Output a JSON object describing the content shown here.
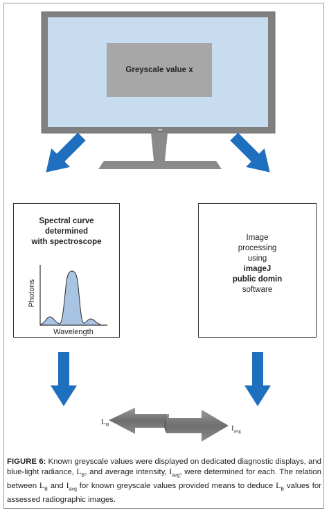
{
  "screen": {
    "label": "Greyscale value x"
  },
  "spectroscope_panel": {
    "title_lines": [
      "Spectral curve",
      "determined",
      "with spectroscope"
    ],
    "y_axis_label": "Photons",
    "x_axis_label": "Wavelength"
  },
  "processing_panel": {
    "lines": [
      "Image",
      "processing",
      "using",
      "imageJ",
      "public domin",
      "software"
    ]
  },
  "relation": {
    "left_symbol": "L",
    "left_sub": "B",
    "right_symbol": "I",
    "right_sub": "avg"
  },
  "caption": {
    "figure_number": "FIGURE 6:",
    "part1": " Known greyscale values were displayed on dedicated diagnostic displays, and blue-light radiance, ",
    "lb_symbol": "L",
    "lb_sub": "B",
    "part2": ", and average intensity, ",
    "iavg_symbol": "I",
    "iavg_sub": "avg",
    "part3": ", were determined for each. The relation between ",
    "part4": " and ",
    "part5": " for known greyscale values provided means to deduce ",
    "part6": " values for assessed radiographic images."
  },
  "colors": {
    "screen_blue": "#c8dcf0",
    "monitor_grey": "#808080",
    "arrow_blue": "#1f6fbf",
    "curve_fill": "#a9c4e2"
  }
}
